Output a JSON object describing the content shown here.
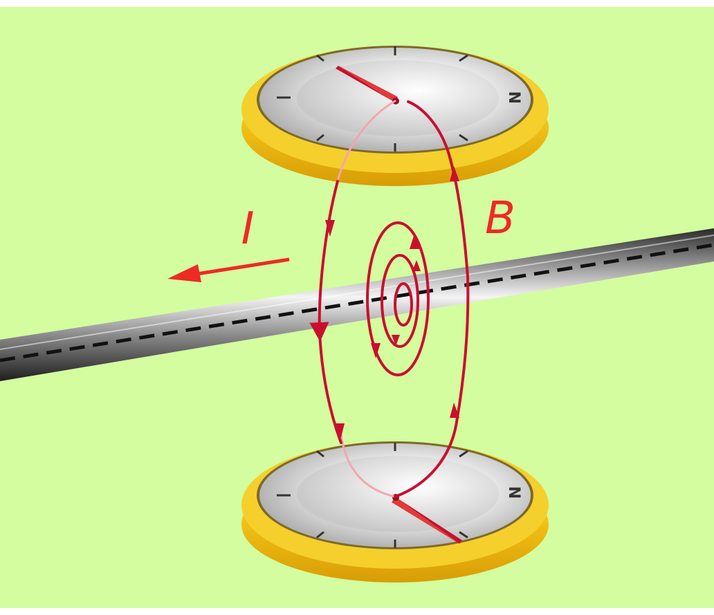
{
  "labels": {
    "current": "I",
    "field": "B",
    "compass_north": "N"
  },
  "colors": {
    "background": "#d3fd9f",
    "field_lines": "#c8102e",
    "current_arrow": "#ee2a24",
    "compass_rim": "#f3c518",
    "wire": "#8a8a8a"
  },
  "icons": {
    "compass_top": "compass-icon",
    "compass_bottom": "compass-icon",
    "current_arrow": "arrow-left-icon"
  }
}
